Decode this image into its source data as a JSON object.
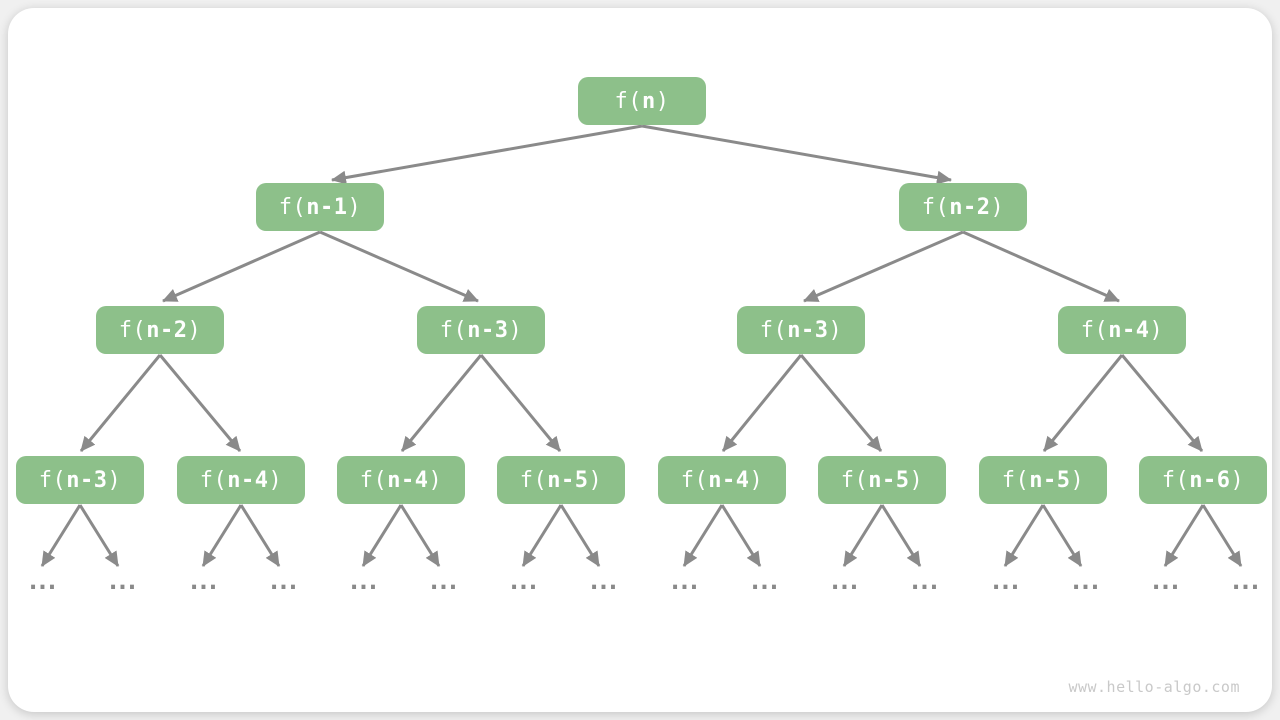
{
  "page": {
    "watermark": "www.hello-algo.com"
  },
  "colors": {
    "node_fill": "#8dc08a",
    "node_text": "#ffffff",
    "edge": "#8a8a8a",
    "watermark_text": "#c9c9c9",
    "card_bg": "#ffffff",
    "page_bg": "#f0f0f0"
  },
  "tree": {
    "description": "recursion tree of f(n) = f(n-1) + f(n-2)",
    "ellipsis": "...",
    "nodes": [
      {
        "prefix": "f(",
        "arg": "n",
        "suffix": ")"
      },
      {
        "prefix": "f(",
        "arg": "n-1",
        "suffix": ")"
      },
      {
        "prefix": "f(",
        "arg": "n-2",
        "suffix": ")"
      },
      {
        "prefix": "f(",
        "arg": "n-2",
        "suffix": ")"
      },
      {
        "prefix": "f(",
        "arg": "n-3",
        "suffix": ")"
      },
      {
        "prefix": "f(",
        "arg": "n-3",
        "suffix": ")"
      },
      {
        "prefix": "f(",
        "arg": "n-4",
        "suffix": ")"
      },
      {
        "prefix": "f(",
        "arg": "n-3",
        "suffix": ")"
      },
      {
        "prefix": "f(",
        "arg": "n-4",
        "suffix": ")"
      },
      {
        "prefix": "f(",
        "arg": "n-4",
        "suffix": ")"
      },
      {
        "prefix": "f(",
        "arg": "n-5",
        "suffix": ")"
      },
      {
        "prefix": "f(",
        "arg": "n-4",
        "suffix": ")"
      },
      {
        "prefix": "f(",
        "arg": "n-5",
        "suffix": ")"
      },
      {
        "prefix": "f(",
        "arg": "n-5",
        "suffix": ")"
      },
      {
        "prefix": "f(",
        "arg": "n-6",
        "suffix": ")"
      }
    ]
  }
}
